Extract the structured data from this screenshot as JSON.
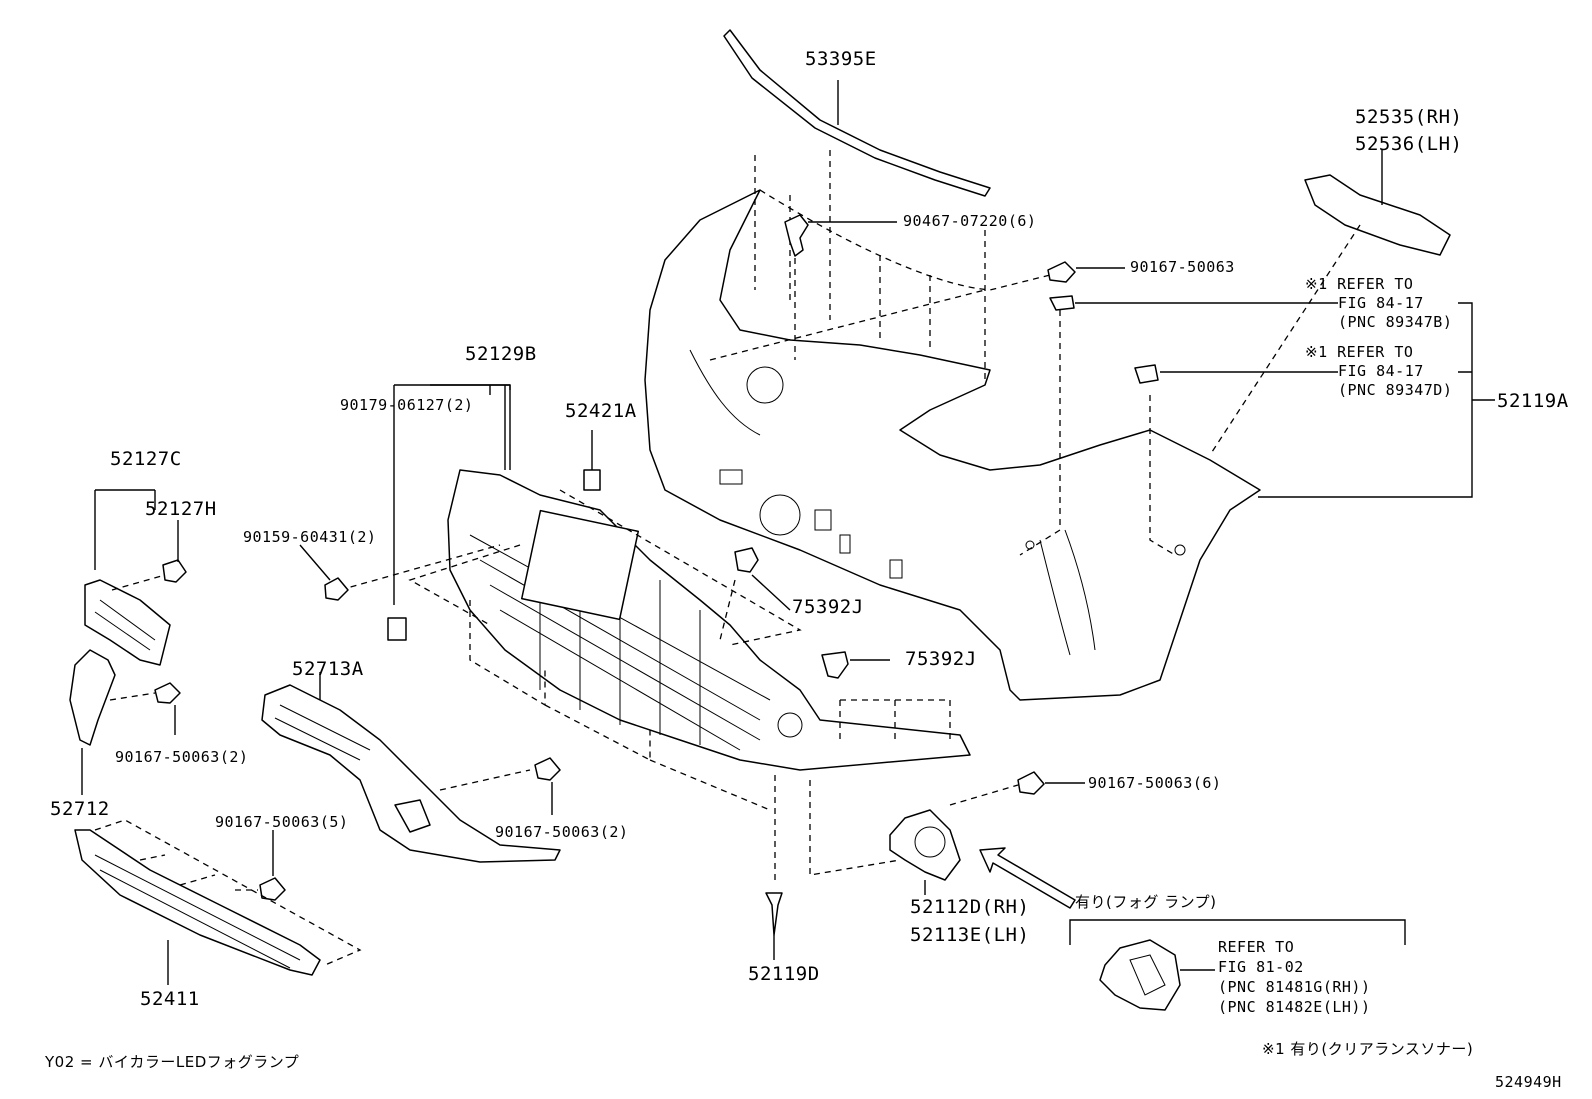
{
  "labels": {
    "p53395E": "53395E",
    "p52535": "52535(RH)",
    "p52536": "52536(LH)",
    "p90467": "90467-07220(6)",
    "p90167_top": "90167-50063",
    "refer1_a": "※1 REFER TO",
    "refer1_b": "FIG 84-17",
    "refer1_c": "(PNC 89347B)",
    "refer2_a": "※1 REFER TO",
    "refer2_b": "FIG 84-17",
    "refer2_c": "(PNC 89347D)",
    "p52119A": "52119A",
    "p52129B": "52129B",
    "p90179": "90179-06127(2)",
    "p52421A": "52421A",
    "p52127C": "52127C",
    "p52127H": "52127H",
    "p90159": "90159-60431(2)",
    "p75392J_a": "75392J",
    "p75392J_b": "75392J",
    "p52713A": "52713A",
    "p90167_left": "90167-50063(2)",
    "p52712": "52712",
    "p90167_5": "90167-50063(5)",
    "p90167_mid": "90167-50063(2)",
    "p90167_6": "90167-50063(6)",
    "p52112D": "52112D(RH)",
    "p52113E": "52113E(LH)",
    "fog_note": "有り(フォグ ランプ)",
    "refer3_a": "REFER TO",
    "refer3_b": "FIG 81-02",
    "refer3_c": "(PNC 81481G(RH))",
    "refer3_d": "(PNC 81482E(LH))",
    "p52119D": "52119D",
    "p52411": "52411",
    "footnote_y02": "Y02 = バイカラーLEDフォグランプ",
    "footnote_1": "※1 有り(クリアランスソナー)",
    "diagram_id": "524949H"
  }
}
